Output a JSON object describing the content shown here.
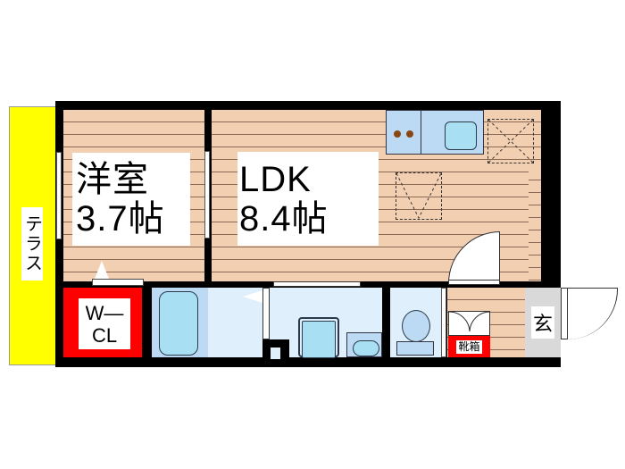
{
  "floorplan": {
    "terrace": {
      "label": "テラス",
      "color": "#ffff00"
    },
    "bedroom": {
      "name": "洋室",
      "size": "3.7帖"
    },
    "ldk": {
      "name": "LDK",
      "size": "8.4帖"
    },
    "walk_in_closet": {
      "label_line1": "W—",
      "label_line2": "CL",
      "color": "#ff0000"
    },
    "shoe_box": {
      "label": "靴箱",
      "color": "#ff0000"
    },
    "entrance": {
      "label": "玄"
    },
    "colors": {
      "floor": "#f3cfb2",
      "wet_area": "#dff0fc",
      "fixture": "#a8dff3",
      "wall": "#000000",
      "entrance_floor": "#d9d9d9"
    }
  }
}
